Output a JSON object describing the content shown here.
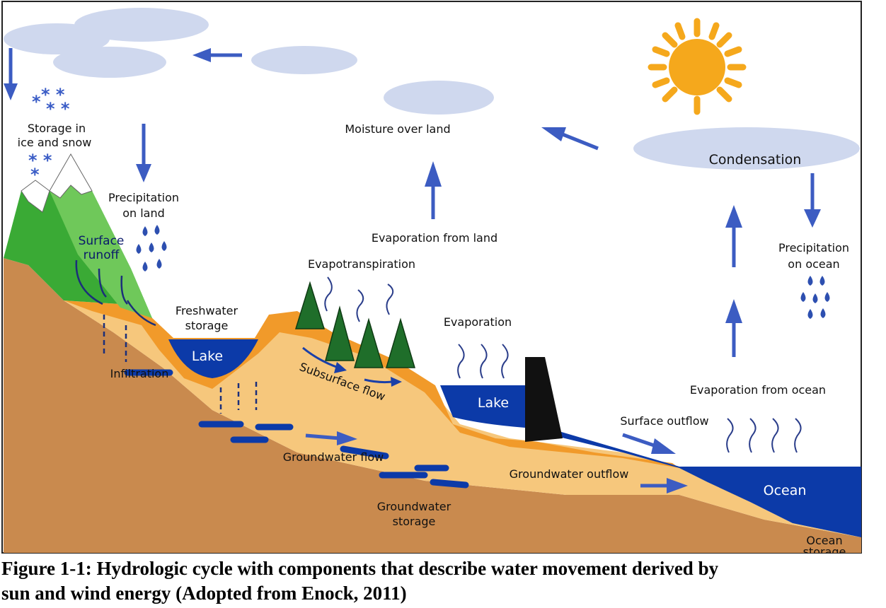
{
  "labels": {
    "storage_ice_1": "Storage in",
    "storage_ice_2": "ice and snow",
    "precip_land_1": "Precipitation",
    "precip_land_2": "on land",
    "surface_runoff_1": "Surface",
    "surface_runoff_2": "runoff",
    "freshwater_1": "Freshwater",
    "freshwater_2": "storage",
    "lake_left": "Lake",
    "infiltration": "Infiltration",
    "moisture_over_land": "Moisture over land",
    "evap_from_land": "Evaporation from land",
    "evapotranspiration": "Evapotranspiration",
    "subsurface_flow": "Subsurface flow",
    "evaporation": "Evaporation",
    "lake_right": "Lake",
    "groundwater_flow": "Groundwater flow",
    "groundwater_storage_1": "Groundwater",
    "groundwater_storage_2": "storage",
    "groundwater_outflow": "Groundwater outflow",
    "condensation": "Condensation",
    "precip_ocean_1": "Precipitation",
    "precip_ocean_2": "on ocean",
    "evap_from_ocean": "Evaporation from ocean",
    "surface_outflow": "Surface outflow",
    "ocean": "Ocean",
    "ocean_storage_1": "Ocean",
    "ocean_storage_2": "storage"
  },
  "caption": {
    "line1": "Figure 1-1: Hydrologic cycle with components that describe water movement derived by",
    "line2": "sun and wind energy (Adopted from Enock, 2011)"
  },
  "colors": {
    "sky_cloud": "#cfd8ee",
    "sun": "#f5a81c",
    "arrow": "#3c5cc2",
    "soil": "#c98a4e",
    "sand": "#f6c77c",
    "orange_layer": "#f19a2a",
    "water": "#0c3aa8",
    "grass": "#3aaa35",
    "tree": "#1f6e2a",
    "dam": "#111111"
  },
  "icons": [
    "sun-icon",
    "cloud-icon",
    "raindrop-icon",
    "snowflake-icon",
    "tree-icon",
    "mountain-icon",
    "dam-icon"
  ]
}
